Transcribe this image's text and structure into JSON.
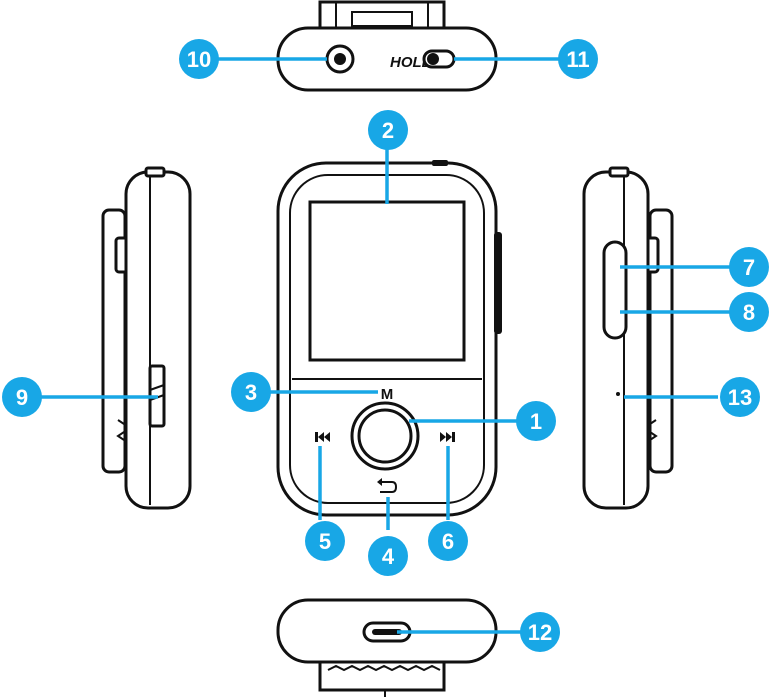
{
  "colors": {
    "accent": "#18a7e6",
    "outline": "#111111",
    "background": "#ffffff"
  },
  "device_labels": {
    "menu": "M",
    "hold": "HOLD"
  },
  "icons": [
    "previous-track-icon",
    "next-track-icon",
    "back-return-icon",
    "headphone-jack-icon",
    "usb-c-port-icon"
  ],
  "callouts": [
    {
      "number": "1",
      "target": "center-button"
    },
    {
      "number": "2",
      "target": "screen"
    },
    {
      "number": "3",
      "target": "menu-button"
    },
    {
      "number": "4",
      "target": "back-button"
    },
    {
      "number": "5",
      "target": "previous-button"
    },
    {
      "number": "6",
      "target": "next-button"
    },
    {
      "number": "7",
      "target": "side-button-upper"
    },
    {
      "number": "8",
      "target": "side-button-lower"
    },
    {
      "number": "9",
      "target": "card-slot"
    },
    {
      "number": "10",
      "target": "headphone-jack"
    },
    {
      "number": "11",
      "target": "hold-switch"
    },
    {
      "number": "12",
      "target": "usb-c-port"
    },
    {
      "number": "13",
      "target": "side-hole"
    }
  ]
}
